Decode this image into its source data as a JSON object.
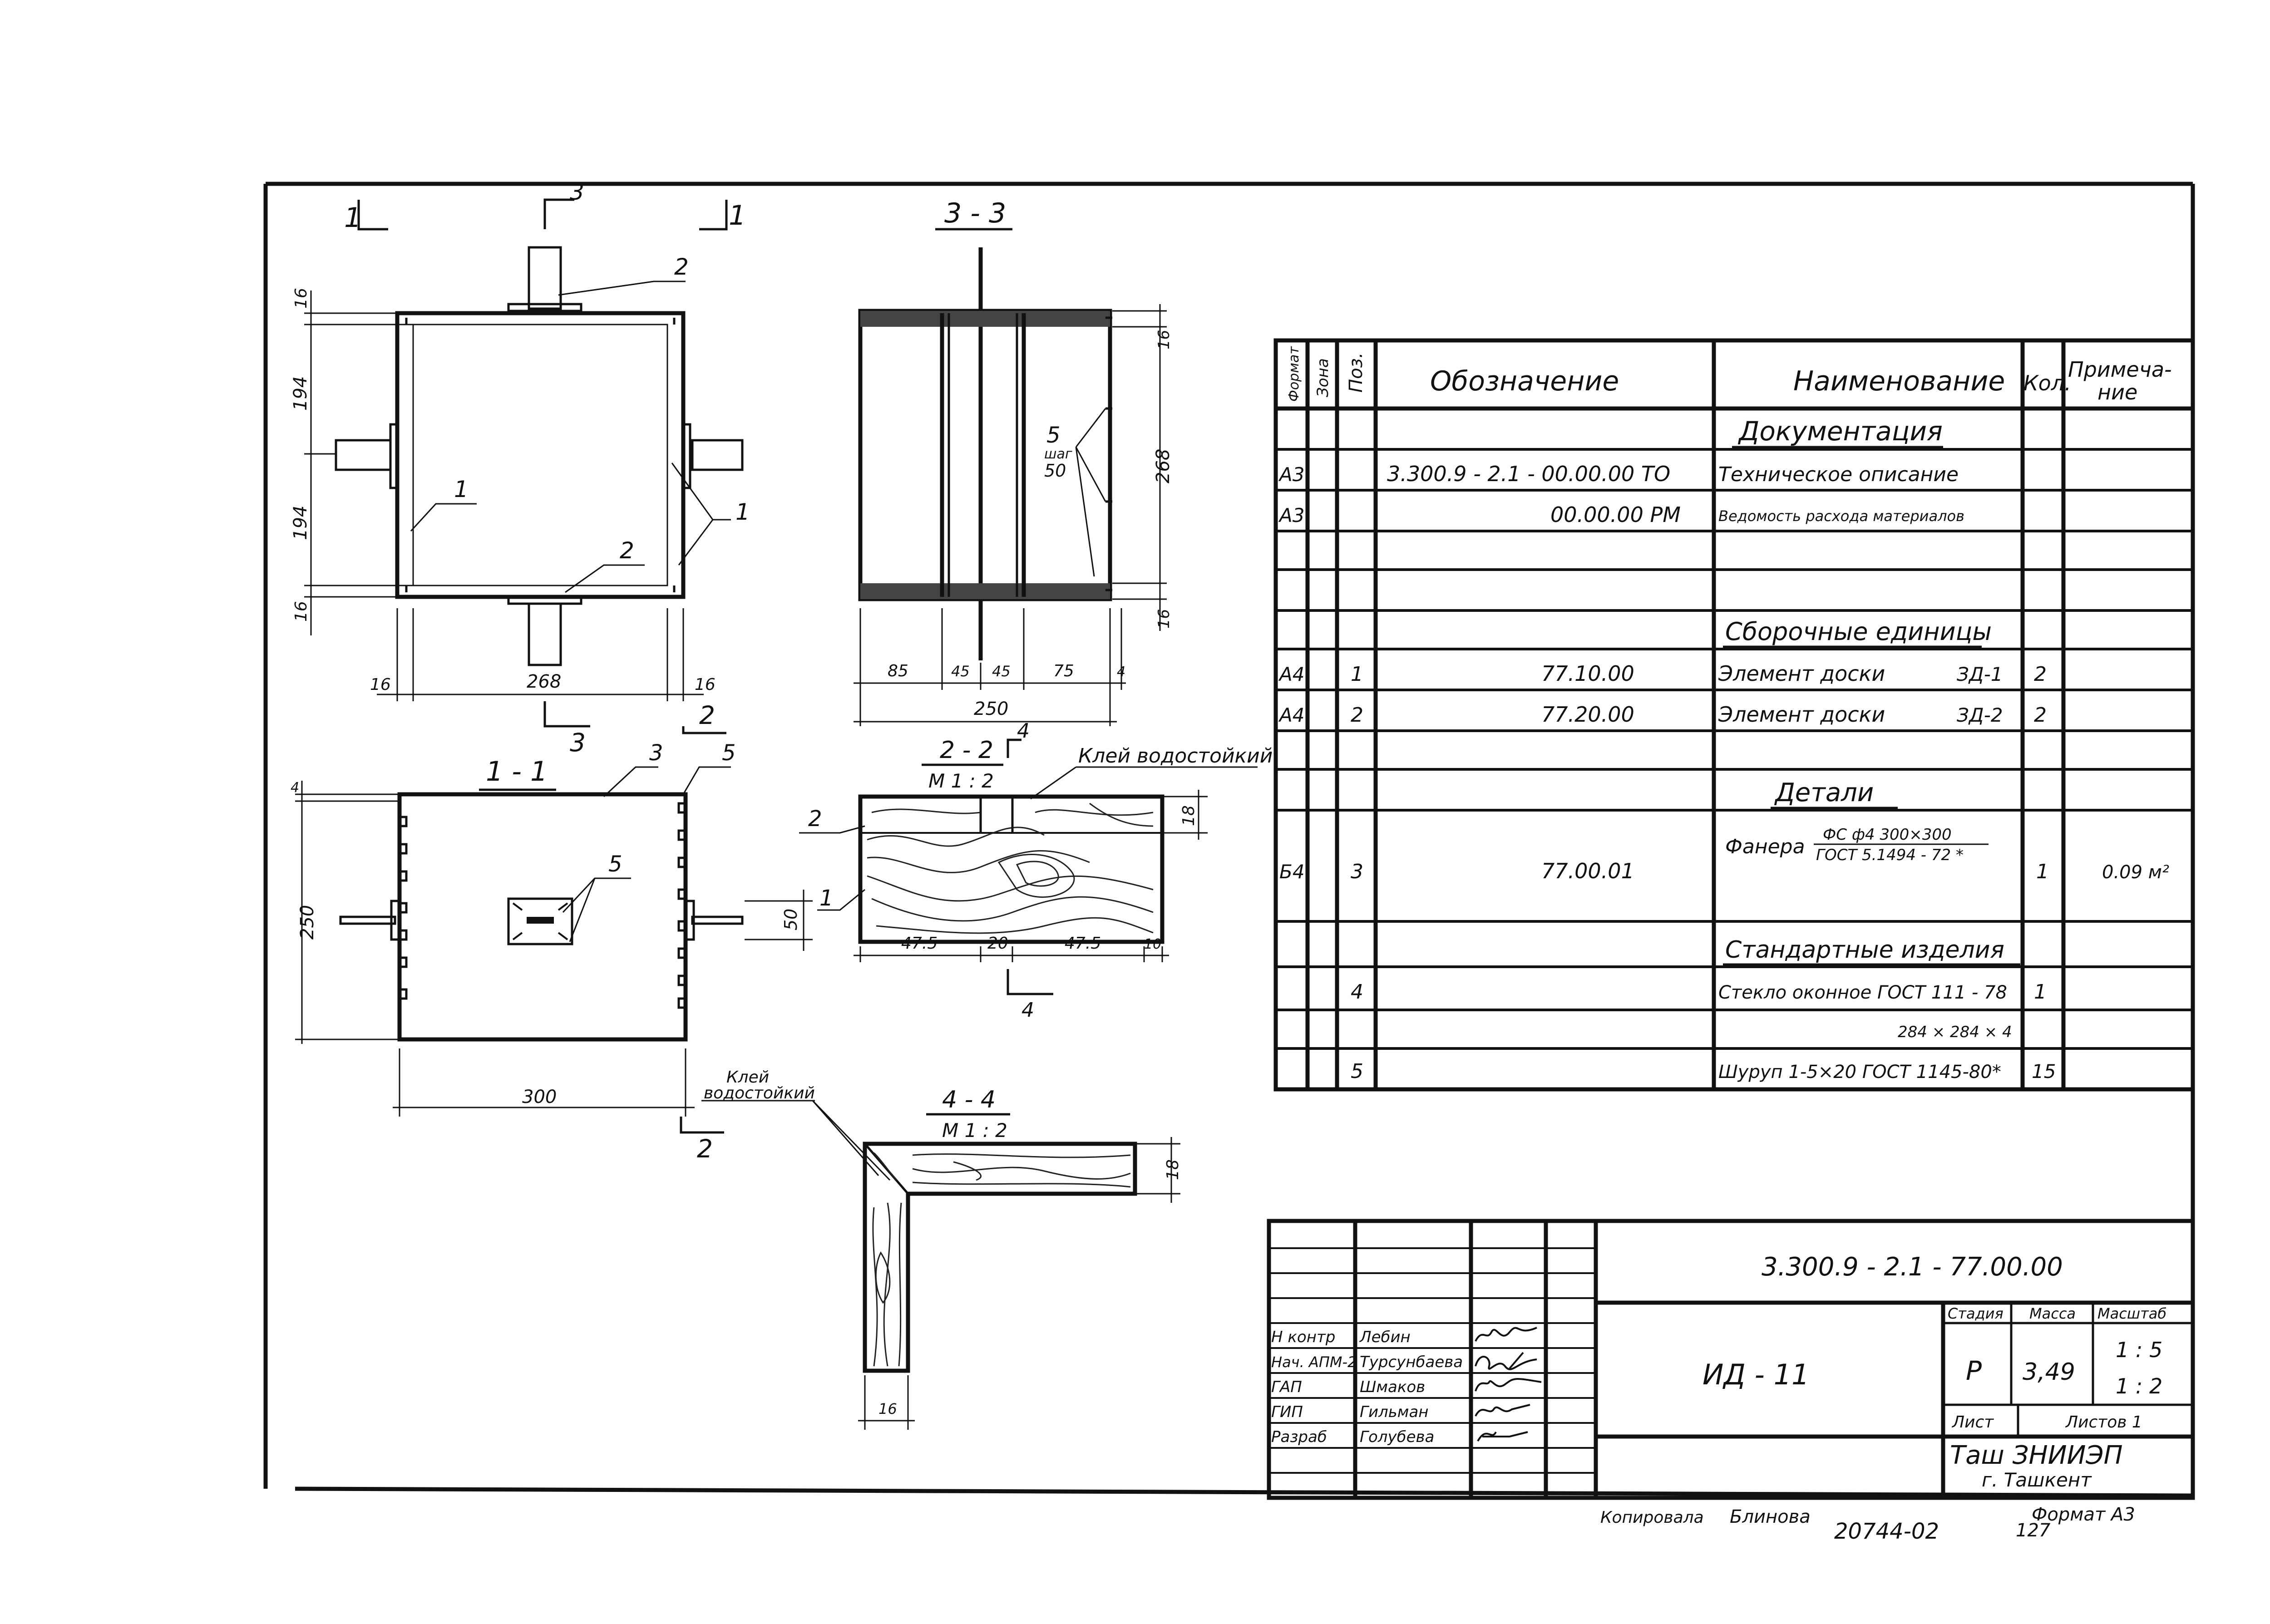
{
  "views": {
    "plan": {
      "cut1_left": "1",
      "cut1_right": "1",
      "cut3_top": "3",
      "cut3_bottom": "3",
      "cut2_right": "2",
      "dim_16_top": "16",
      "dim_194_a": "194",
      "dim_194_b": "194",
      "dim_16_bottom": "16",
      "dim_16_left": "16",
      "dim_268": "268",
      "dim_16_right": "16",
      "pos_1_a": "1",
      "pos_1_b": "1",
      "pos_2_a": "2",
      "pos_2_b": "2"
    },
    "section_3_3": {
      "title": "3 - 3",
      "pos_5": "5",
      "step_label": "шаг",
      "step_value": "50",
      "dim_16_top": "16",
      "dim_268": "268",
      "dim_16_bottom": "16",
      "dim_85": "85",
      "dim_45_a": "45",
      "dim_45_b": "45",
      "dim_75": "75",
      "dim_4": "4",
      "dim_250": "250"
    },
    "section_1_1": {
      "title": "1 - 1",
      "pos_3": "3",
      "pos_5_top": "5",
      "pos_5_mid": "5",
      "dim_4": "4",
      "dim_250": "250",
      "dim_50": "50",
      "dim_300": "300",
      "cut2_label": "2"
    },
    "section_2_2": {
      "title": "2 - 2",
      "scale": "М 1 : 2",
      "glue_label": "Клей водостойкий",
      "cut4_top": "4",
      "cut4_bottom": "4",
      "pos_2": "2",
      "pos_1": "1",
      "dim_18": "18",
      "dim_47_5_a": "47.5",
      "dim_20": "20",
      "dim_47_5_b": "47.5",
      "dim_10": "10"
    },
    "section_4_4": {
      "title": "4 - 4",
      "scale": "М 1 : 2",
      "glue_label_1": "Клей",
      "glue_label_2": "водостойкий",
      "dim_18": "18",
      "dim_16": "16"
    }
  },
  "spec_table": {
    "headers": {
      "format": "Формат",
      "zone": "Зона",
      "pos": "Поз.",
      "designation": "Обозначение",
      "name": "Наименование",
      "qty": "Кол.",
      "note_1": "Примеча-",
      "note_2": "ние"
    },
    "rows": [
      {
        "format": "",
        "pos": "",
        "designation": "",
        "name": "Документация",
        "qty": "",
        "note": "",
        "kind": "section"
      },
      {
        "format": "А3",
        "pos": "",
        "designation": "3.300.9 - 2.1 - 00.00.00 ТО",
        "name": "Техническое описание",
        "qty": "",
        "note": "",
        "kind": "item"
      },
      {
        "format": "А3",
        "pos": "",
        "designation": "00.00.00 РМ",
        "name": "Ведомость расхода материалов",
        "qty": "",
        "note": "",
        "kind": "item"
      },
      {
        "format": "",
        "pos": "",
        "designation": "",
        "name": "",
        "qty": "",
        "note": "",
        "kind": "blank"
      },
      {
        "format": "",
        "pos": "",
        "designation": "",
        "name": "",
        "qty": "",
        "note": "",
        "kind": "blank"
      },
      {
        "format": "",
        "pos": "",
        "designation": "",
        "name": "Сборочные единицы",
        "qty": "",
        "note": "",
        "kind": "section"
      },
      {
        "format": "А4",
        "pos": "1",
        "designation": "77.10.00",
        "name": "Элемент доски",
        "name_code": "ЗД-1",
        "qty": "2",
        "note": "",
        "kind": "item"
      },
      {
        "format": "А4",
        "pos": "2",
        "designation": "77.20.00",
        "name": "Элемент доски",
        "name_code": "ЗД-2",
        "qty": "2",
        "note": "",
        "kind": "item"
      },
      {
        "format": "",
        "pos": "",
        "designation": "",
        "name": "",
        "qty": "",
        "note": "",
        "kind": "blank"
      },
      {
        "format": "",
        "pos": "",
        "designation": "",
        "name": "Детали",
        "qty": "",
        "note": "",
        "kind": "section"
      },
      {
        "format": "Б4",
        "pos": "3",
        "designation": "77.00.01",
        "name": "Фанера",
        "name_frac_top": "ФС ф4 300×300",
        "name_frac_bottom": "ГОСТ 5.1494 - 72 *",
        "qty": "1",
        "note": "0.09 м²",
        "kind": "item"
      },
      {
        "format": "",
        "pos": "",
        "designation": "",
        "name": "",
        "qty": "",
        "note": "",
        "kind": "blank"
      },
      {
        "format": "",
        "pos": "",
        "designation": "",
        "name": "Стандартные изделия",
        "qty": "",
        "note": "",
        "kind": "section"
      },
      {
        "format": "",
        "pos": "4",
        "designation": "",
        "name": "Стекло оконное ГОСТ 111 - 78",
        "qty": "1",
        "note": "",
        "kind": "item"
      },
      {
        "format": "",
        "pos": "",
        "designation": "",
        "name": "284 × 284 × 4",
        "qty": "",
        "note": "",
        "kind": "item-sub"
      },
      {
        "format": "",
        "pos": "5",
        "designation": "",
        "name": "Шуруп 1-5×20 ГОСТ 1145-80*",
        "qty": "15",
        "note": "",
        "kind": "item"
      }
    ]
  },
  "title_block": {
    "doc_code": "3.300.9 - 2.1 - 77.00.00",
    "product_name": "ИД - 11",
    "stage_header": "Стадия",
    "mass_header": "Масса",
    "scale_header": "Масштаб",
    "stage": "Р",
    "mass": "3,49",
    "scale_1": "1 : 5",
    "scale_2": "1 : 2",
    "sheet_label": "Лист",
    "sheets_label": "Листов 1",
    "org_1": "Таш ЗНИИЭП",
    "org_2": "г. Ташкент",
    "signatures": [
      {
        "role": "Н контр",
        "name": "Лебин"
      },
      {
        "role": "Нач. АПМ-2",
        "name": "Турсунбаева"
      },
      {
        "role": "ГАП",
        "name": "Шмаков"
      },
      {
        "role": "ГИП",
        "name": "Гильман"
      },
      {
        "role": "Разраб",
        "name": "Голубева"
      }
    ]
  },
  "footer": {
    "copied_label": "Копировала",
    "copier": "Блинова",
    "order_no": "20744-02",
    "sheet_no": "127",
    "format_label": "Формат А3"
  }
}
